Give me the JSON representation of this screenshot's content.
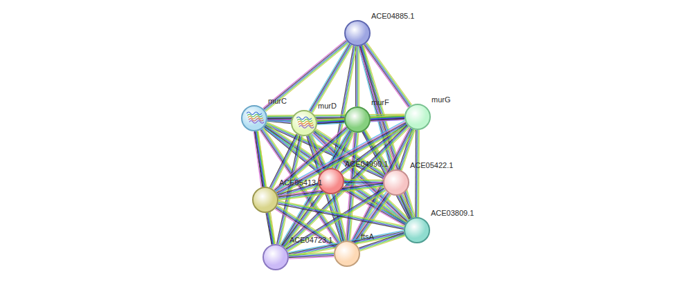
{
  "diagram": {
    "nodes": [
      {
        "text": [
          "ACE04885.1"
        ]
      },
      {
        "text": [
          "murC"
        ]
      },
      {
        "text": [
          "murD"
        ]
      },
      {
        "text": [
          "murF"
        ]
      },
      {
        "text": [
          "murG"
        ]
      },
      {
        "text": [
          "ACE04990.1"
        ]
      },
      {
        "text": [
          "ACE05422.1"
        ]
      },
      {
        "text": [
          "ACE05413.1"
        ]
      },
      {
        "text": [
          "ACE03809.1"
        ]
      },
      {
        "text": [
          "ACE04723.1"
        ]
      },
      {
        "text": [
          "ftsA"
        ]
      }
    ],
    "edges": [
      {
        "from": 0,
        "to": 1,
        "arrow": "none"
      },
      {
        "from": 0,
        "to": 2,
        "arrow": "none"
      },
      {
        "from": 0,
        "to": 3,
        "arrow": "none"
      },
      {
        "from": 0,
        "to": 4,
        "arrow": "none"
      },
      {
        "from": 0,
        "to": 5,
        "arrow": "none"
      },
      {
        "from": 0,
        "to": 6,
        "arrow": "none"
      },
      {
        "from": 0,
        "to": 8,
        "arrow": "none"
      },
      {
        "from": 1,
        "to": 2,
        "arrow": "none"
      },
      {
        "from": 1,
        "to": 3,
        "arrow": "none"
      },
      {
        "from": 1,
        "to": 4,
        "arrow": "none"
      },
      {
        "from": 1,
        "to": 5,
        "arrow": "none"
      },
      {
        "from": 1,
        "to": 6,
        "arrow": "none"
      },
      {
        "from": 1,
        "to": 7,
        "arrow": "none"
      },
      {
        "from": 1,
        "to": 8,
        "arrow": "none"
      },
      {
        "from": 1,
        "to": 9,
        "arrow": "none"
      },
      {
        "from": 1,
        "to": 10,
        "arrow": "none"
      },
      {
        "from": 2,
        "to": 3,
        "arrow": "none"
      },
      {
        "from": 2,
        "to": 4,
        "arrow": "none"
      },
      {
        "from": 2,
        "to": 5,
        "arrow": "none"
      },
      {
        "from": 2,
        "to": 6,
        "arrow": "none"
      },
      {
        "from": 2,
        "to": 7,
        "arrow": "none"
      },
      {
        "from": 2,
        "to": 8,
        "arrow": "none"
      },
      {
        "from": 2,
        "to": 9,
        "arrow": "none"
      },
      {
        "from": 2,
        "to": 10,
        "arrow": "none"
      },
      {
        "from": 3,
        "to": 4,
        "arrow": "none"
      },
      {
        "from": 3,
        "to": 5,
        "arrow": "none"
      },
      {
        "from": 3,
        "to": 6,
        "arrow": "none"
      },
      {
        "from": 3,
        "to": 7,
        "arrow": "none"
      },
      {
        "from": 3,
        "to": 8,
        "arrow": "none"
      },
      {
        "from": 3,
        "to": 9,
        "arrow": "none"
      },
      {
        "from": 3,
        "to": 10,
        "arrow": "none"
      },
      {
        "from": 4,
        "to": 5,
        "arrow": "none"
      },
      {
        "from": 4,
        "to": 6,
        "arrow": "none"
      },
      {
        "from": 4,
        "to": 7,
        "arrow": "none"
      },
      {
        "from": 4,
        "to": 8,
        "arrow": "none"
      },
      {
        "from": 4,
        "to": 9,
        "arrow": "none"
      },
      {
        "from": 4,
        "to": 10,
        "arrow": "none"
      },
      {
        "from": 5,
        "to": 6,
        "arrow": "none"
      },
      {
        "from": 5,
        "to": 7,
        "arrow": "none"
      },
      {
        "from": 5,
        "to": 8,
        "arrow": "none"
      },
      {
        "from": 5,
        "to": 9,
        "arrow": "none"
      },
      {
        "from": 5,
        "to": 10,
        "arrow": "none"
      },
      {
        "from": 6,
        "to": 7,
        "arrow": "none"
      },
      {
        "from": 6,
        "to": 8,
        "arrow": "none"
      },
      {
        "from": 6,
        "to": 9,
        "arrow": "none"
      },
      {
        "from": 6,
        "to": 10,
        "arrow": "none"
      },
      {
        "from": 7,
        "to": 8,
        "arrow": "none"
      },
      {
        "from": 7,
        "to": 9,
        "arrow": "none"
      },
      {
        "from": 7,
        "to": 10,
        "arrow": "none"
      },
      {
        "from": 8,
        "to": 9,
        "arrow": "none"
      },
      {
        "from": 8,
        "to": 10,
        "arrow": "none"
      },
      {
        "from": 9,
        "to": 10,
        "arrow": "none"
      }
    ]
  }
}
